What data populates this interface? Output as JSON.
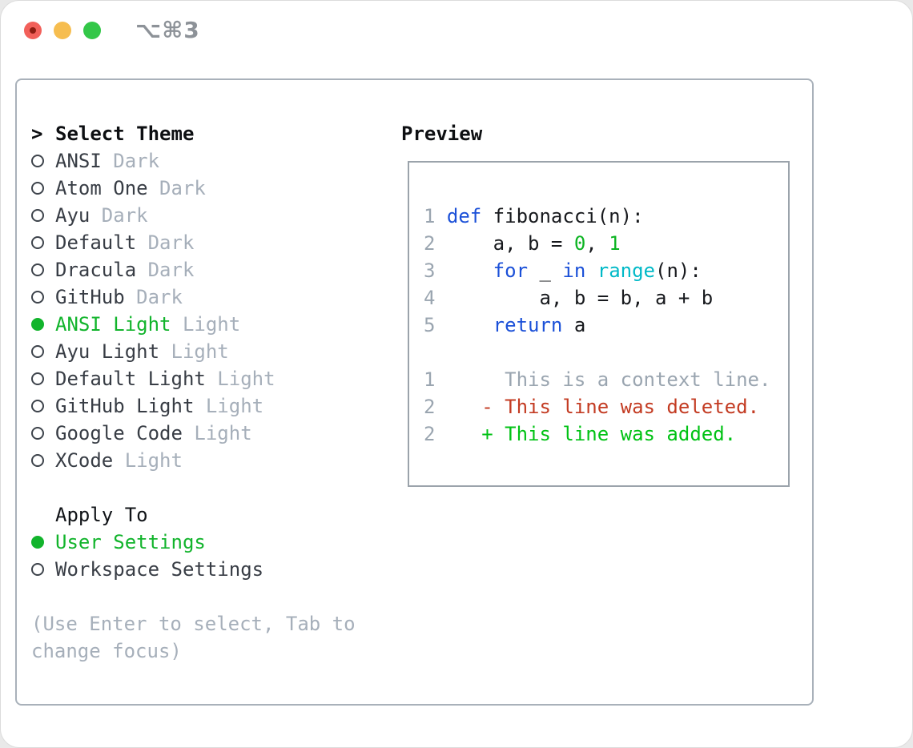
{
  "window": {
    "title": "⌥⌘3",
    "controls": [
      "close",
      "minimize",
      "zoom"
    ]
  },
  "theme_picker": {
    "prompt": ">",
    "heading": "Select Theme",
    "options": [
      {
        "name": "ANSI",
        "variant": "Dark",
        "selected": false
      },
      {
        "name": "Atom One",
        "variant": "Dark",
        "selected": false
      },
      {
        "name": "Ayu",
        "variant": "Dark",
        "selected": false
      },
      {
        "name": "Default",
        "variant": "Dark",
        "selected": false
      },
      {
        "name": "Dracula",
        "variant": "Dark",
        "selected": false
      },
      {
        "name": "GitHub",
        "variant": "Dark",
        "selected": false
      },
      {
        "name": "ANSI Light",
        "variant": "Light",
        "selected": true
      },
      {
        "name": "Ayu Light",
        "variant": "Light",
        "selected": false
      },
      {
        "name": "Default Light",
        "variant": "Light",
        "selected": false
      },
      {
        "name": "GitHub Light",
        "variant": "Light",
        "selected": false
      },
      {
        "name": "Google Code",
        "variant": "Light",
        "selected": false
      },
      {
        "name": "XCode",
        "variant": "Light",
        "selected": false
      }
    ]
  },
  "apply_to": {
    "heading": "Apply To",
    "options": [
      {
        "label": "User Settings",
        "selected": true
      },
      {
        "label": "Workspace Settings",
        "selected": false
      }
    ]
  },
  "hint": "(Use Enter to select, Tab to change focus)",
  "preview": {
    "heading": "Preview",
    "lines": [
      {
        "num": "1",
        "tokens": [
          {
            "t": "def",
            "c": "blue"
          },
          {
            "t": " fibonacci(n):",
            "c": "fg"
          }
        ]
      },
      {
        "num": "2",
        "tokens": [
          {
            "t": "    a, b = ",
            "c": "fg"
          },
          {
            "t": "0",
            "c": "green"
          },
          {
            "t": ", ",
            "c": "fg"
          },
          {
            "t": "1",
            "c": "green"
          }
        ]
      },
      {
        "num": "3",
        "tokens": [
          {
            "t": "    ",
            "c": "fg"
          },
          {
            "t": "for",
            "c": "blue"
          },
          {
            "t": " _ ",
            "c": "fg"
          },
          {
            "t": "in",
            "c": "blue"
          },
          {
            "t": " ",
            "c": "fg"
          },
          {
            "t": "range",
            "c": "cyan"
          },
          {
            "t": "(n):",
            "c": "fg"
          }
        ]
      },
      {
        "num": "4",
        "tokens": [
          {
            "t": "        a, b = b, a + b",
            "c": "fg"
          }
        ]
      },
      {
        "num": "5",
        "tokens": [
          {
            "t": "    ",
            "c": "fg"
          },
          {
            "t": "return",
            "c": "blue"
          },
          {
            "t": " a",
            "c": "fg"
          }
        ]
      },
      {
        "num": "",
        "tokens": []
      },
      {
        "num": "1",
        "tokens": [
          {
            "t": "     This is a context line.",
            "c": "gray"
          }
        ]
      },
      {
        "num": "2",
        "tokens": [
          {
            "t": "   ",
            "c": "fg"
          },
          {
            "t": "- This line was deleted.",
            "c": "red"
          }
        ]
      },
      {
        "num": "2",
        "tokens": [
          {
            "t": "   ",
            "c": "fg"
          },
          {
            "t": "+ This line was added.",
            "c": "added"
          }
        ]
      }
    ]
  },
  "colors": {
    "accent_green": "#12b42c",
    "keyword_blue": "#1b50d8",
    "builtin_cyan": "#00b9c7",
    "literal_green": "#0cb422",
    "added_green": "#00c214",
    "deleted_red": "#c33b22",
    "muted_gray": "#a6afba",
    "line_number_gray": "#9aa5b0",
    "traffic_red": "#f2605a",
    "traffic_yellow": "#f6bd4f",
    "traffic_green": "#33c748"
  }
}
